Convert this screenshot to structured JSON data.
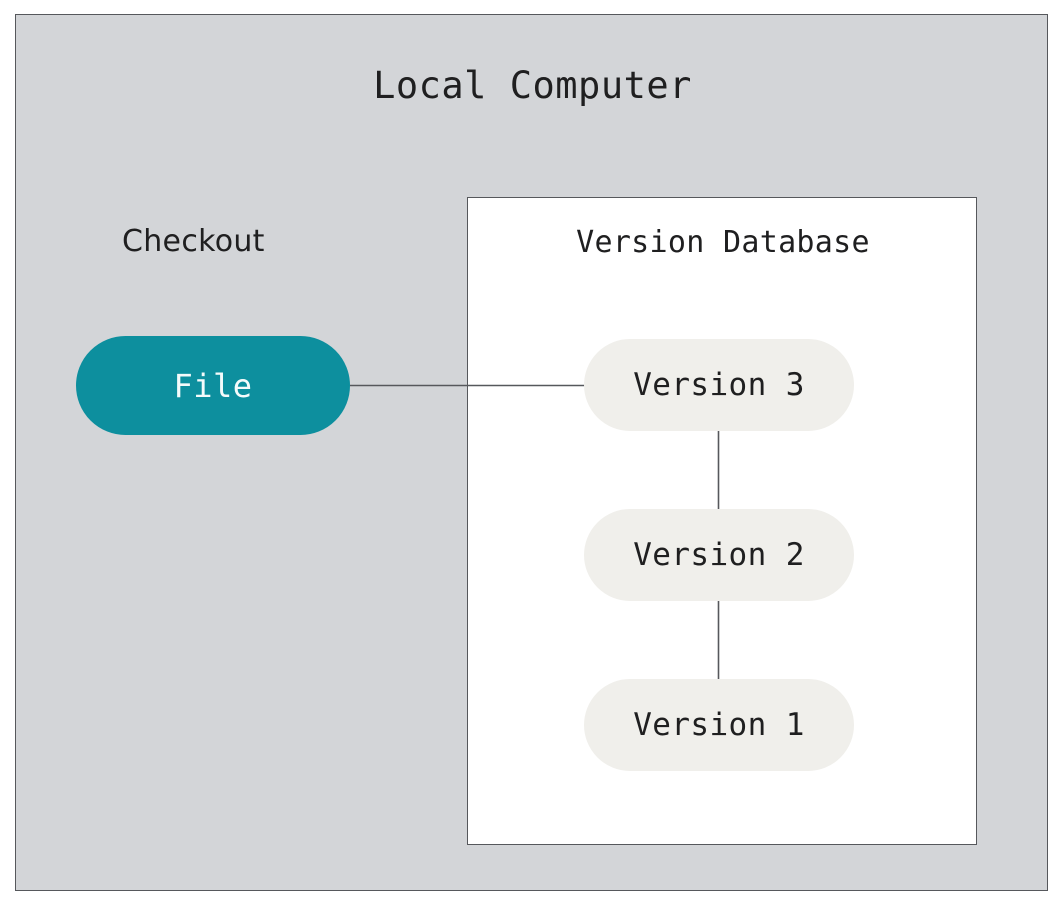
{
  "diagram": {
    "type": "flowchart",
    "outer_cluster": {
      "title": "Local Computer",
      "background_color": "#d3d5d8",
      "border_color": "#56585c"
    },
    "checkout_group": {
      "label": "Checkout"
    },
    "version_database_cluster": {
      "title": "Version Database",
      "background_color": "#ffffff",
      "border_color": "#56585c"
    },
    "nodes": [
      {
        "id": "file",
        "label": "File",
        "shape": "stadium",
        "fill": "#0d8f9e",
        "text_color": "#f4fbfb"
      },
      {
        "id": "v3",
        "label": "Version 3",
        "shape": "stadium",
        "fill": "#f0efeb",
        "text_color": "#1f1f20"
      },
      {
        "id": "v2",
        "label": "Version 2",
        "shape": "stadium",
        "fill": "#f0efeb",
        "text_color": "#1f1f20"
      },
      {
        "id": "v1",
        "label": "Version 1",
        "shape": "stadium",
        "fill": "#f0efeb",
        "text_color": "#1f1f20"
      }
    ],
    "edges": [
      {
        "from": "file",
        "to": "v3",
        "style": "solid",
        "color": "#56585c"
      },
      {
        "from": "v3",
        "to": "v2",
        "style": "solid",
        "color": "#56585c"
      },
      {
        "from": "v2",
        "to": "v1",
        "style": "solid",
        "color": "#56585c"
      }
    ]
  }
}
